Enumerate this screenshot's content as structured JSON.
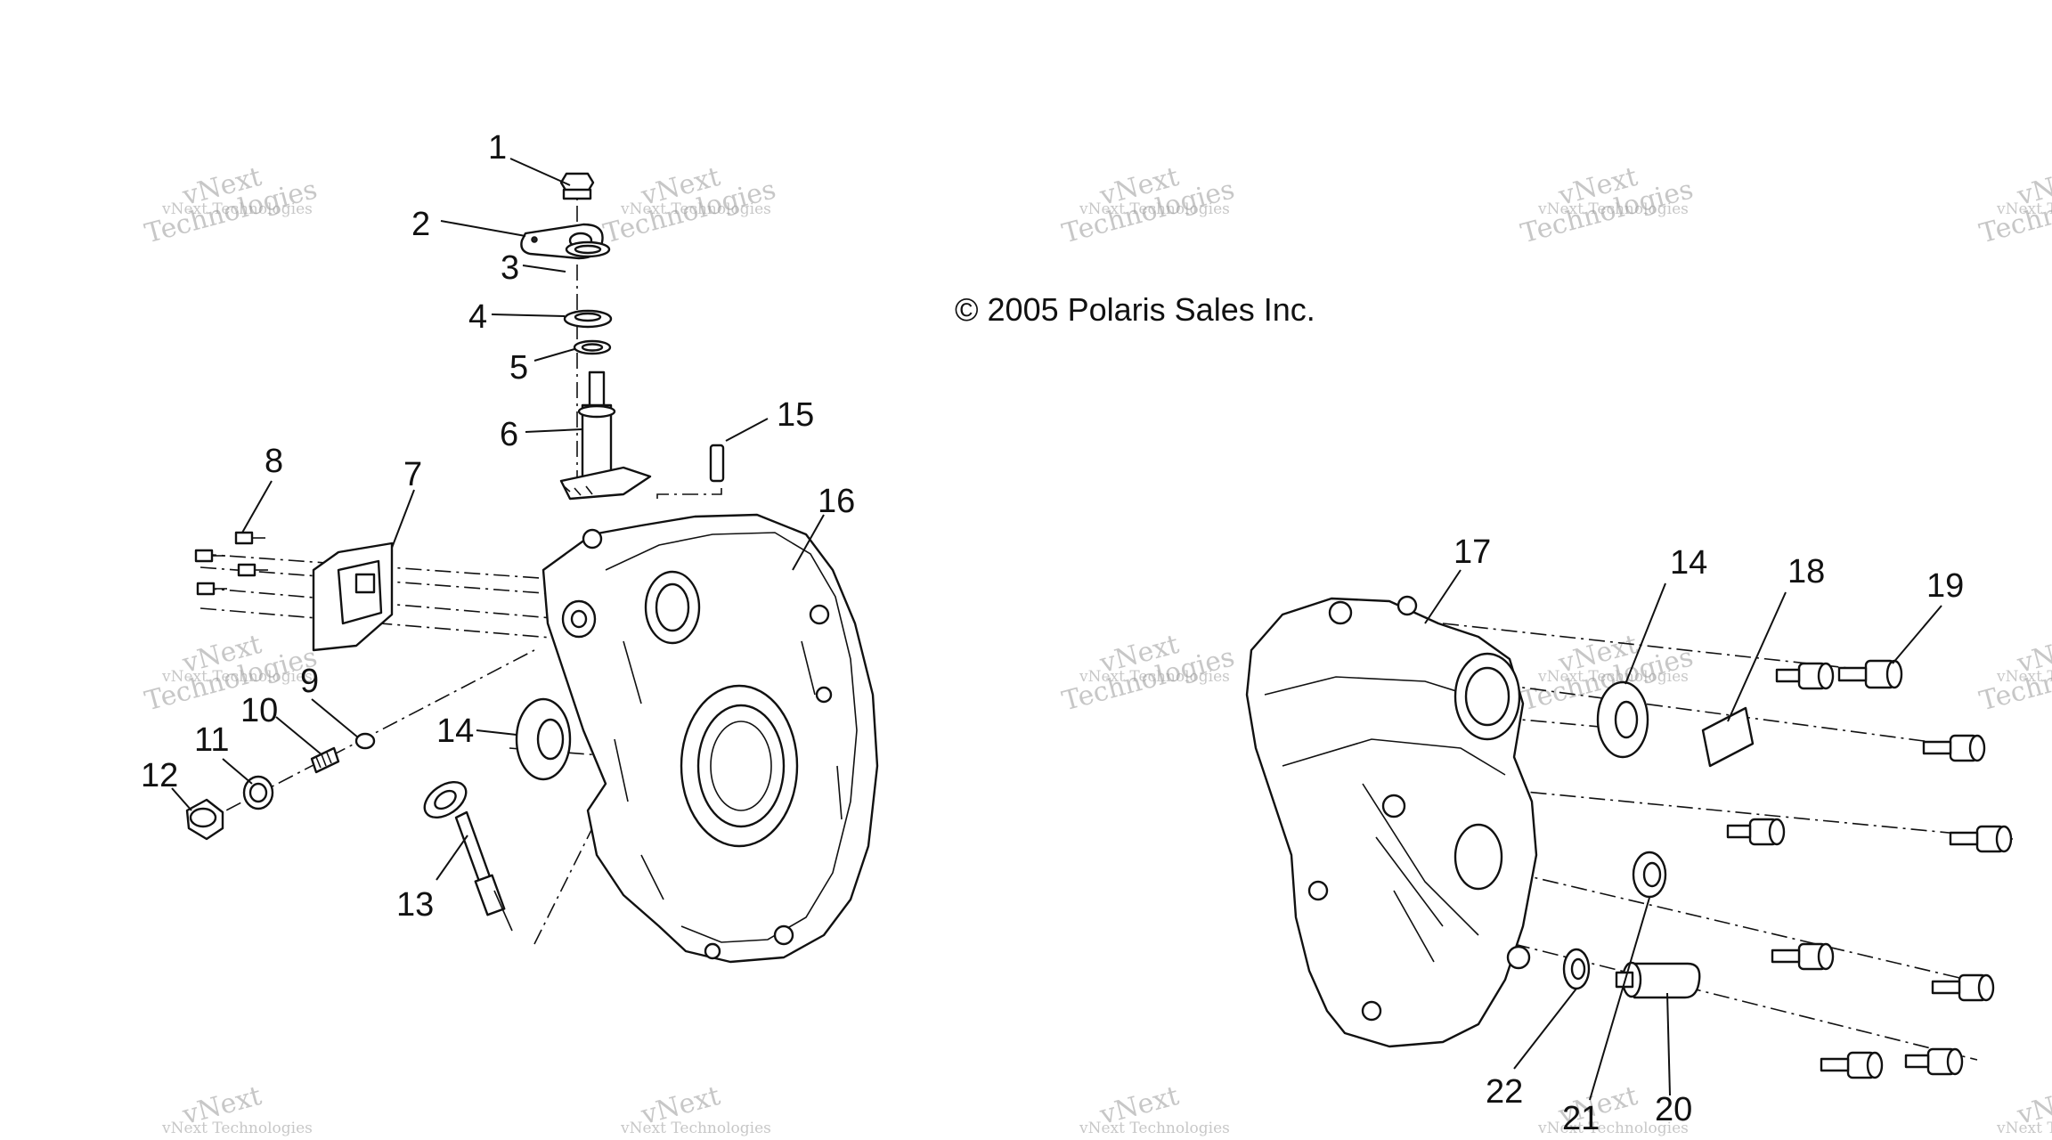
{
  "copyright": "© 2005 Polaris Sales Inc.",
  "watermark": {
    "small": "vNext Technologies",
    "big_top": "vNext",
    "big_bottom": "Technologies"
  },
  "callouts": [
    "1",
    "2",
    "3",
    "4",
    "5",
    "6",
    "7",
    "8",
    "9",
    "10",
    "11",
    "12",
    "13",
    "14",
    "15",
    "16",
    "14",
    "17",
    "18",
    "19",
    "20",
    "21",
    "22"
  ]
}
